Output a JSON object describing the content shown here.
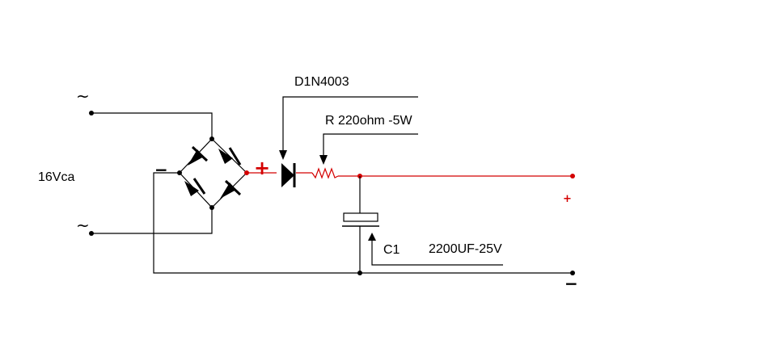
{
  "labels": {
    "input_voltage": "16Vca",
    "diode": "D1N4003",
    "resistor": "R 220ohm -5W",
    "capacitor_ref": "C1",
    "capacitor_value": "2200UF-25V",
    "ac_symbol": "~",
    "plus": "+",
    "minus": "−"
  },
  "colors": {
    "wire": "#000000",
    "positive_rail": "#d40000"
  }
}
